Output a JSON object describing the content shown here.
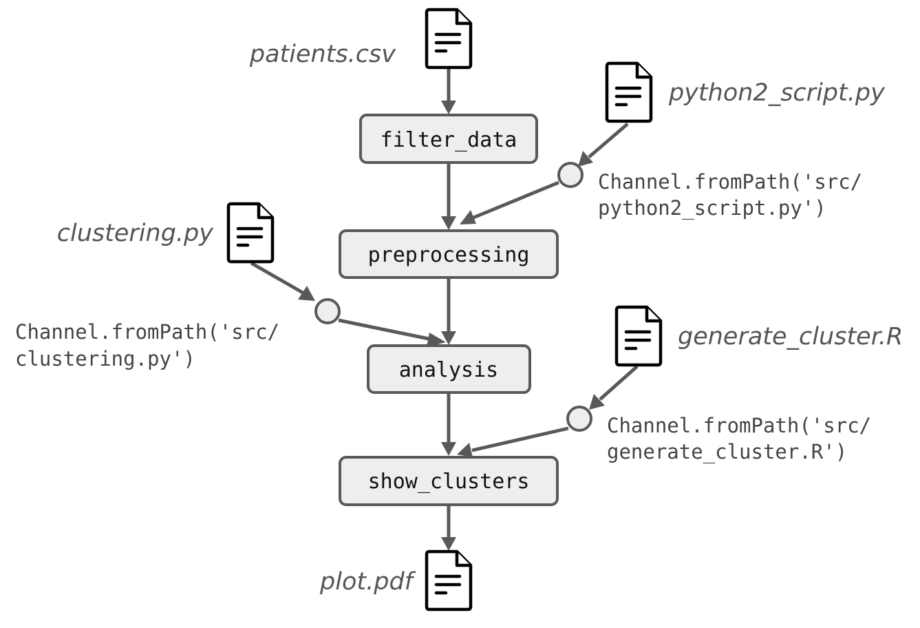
{
  "processes": {
    "filter_data": "filter_data",
    "preprocessing": "preprocessing",
    "analysis": "analysis",
    "show_clusters": "show_clusters"
  },
  "files": {
    "patients": "patients.csv",
    "python2_script": "python2_script.py",
    "clustering": "clustering.py",
    "generate_cluster": "generate_cluster.R",
    "plot": "plot.pdf"
  },
  "channels": {
    "python2": {
      "line1": "Channel.fromPath('src/",
      "line2": "python2_script.py')"
    },
    "clustering": {
      "line1": "Channel.fromPath('src/",
      "line2": "clustering.py')"
    },
    "generate_cluster": {
      "line1": "Channel.fromPath('src/",
      "line2": "generate_cluster.R')"
    }
  },
  "icons": {
    "file": "file-document-icon",
    "channel": "channel-node-icon"
  },
  "colors": {
    "edge": "#595959",
    "box_fill": "#eeeeee",
    "label_gray": "#555555"
  }
}
